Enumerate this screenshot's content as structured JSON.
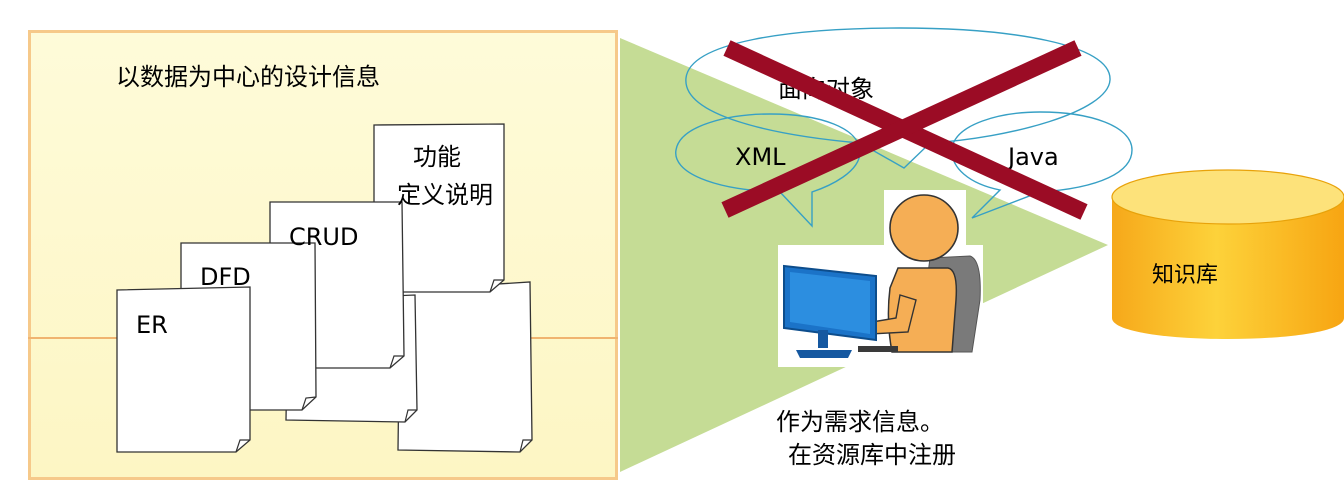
{
  "panel": {
    "title": "以数据为中心的设计信息"
  },
  "documents": {
    "er": "ER",
    "dfd": "DFD",
    "crud": "CRUD",
    "func_line1": "功能",
    "func_line2": "定义说明"
  },
  "bubbles": {
    "oo": "面向对象",
    "xml": "XML",
    "java": "Java"
  },
  "database": {
    "label": "知识库"
  },
  "caption": {
    "line1": "作为需求信息。",
    "line2": "在资源库中注册"
  },
  "colors": {
    "panel_fill": "#fdf7c8",
    "panel_border": "#f6c98a",
    "cone": "#c5dc95",
    "cross": "#9b0c25",
    "db_fill": "#fcc21a",
    "bubble_stroke": "#37a0c5",
    "person": "#f5ae55",
    "monitor": "#1b73c8"
  }
}
